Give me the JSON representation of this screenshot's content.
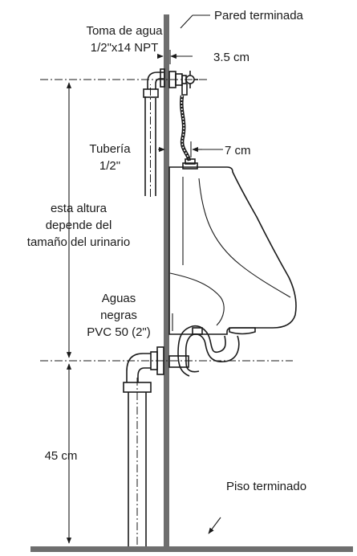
{
  "labels": {
    "finished_wall": "Pared terminada",
    "water_inlet_line1": "Toma de agua",
    "water_inlet_line2": "1/2\"x14 NPT",
    "offset_35": "3.5 cm",
    "pipe_line1": "Tubería",
    "pipe_line2": "1/2\"",
    "offset_7": "7 cm",
    "height_note_line1": "esta altura",
    "height_note_line2": "depende del",
    "height_note_line3": "tamaño del urinario",
    "drain_line1": "Aguas",
    "drain_line2": "negras",
    "drain_line3": "PVC 50 (2\")",
    "height_45": "45 cm",
    "finished_floor": "Piso terminado"
  }
}
